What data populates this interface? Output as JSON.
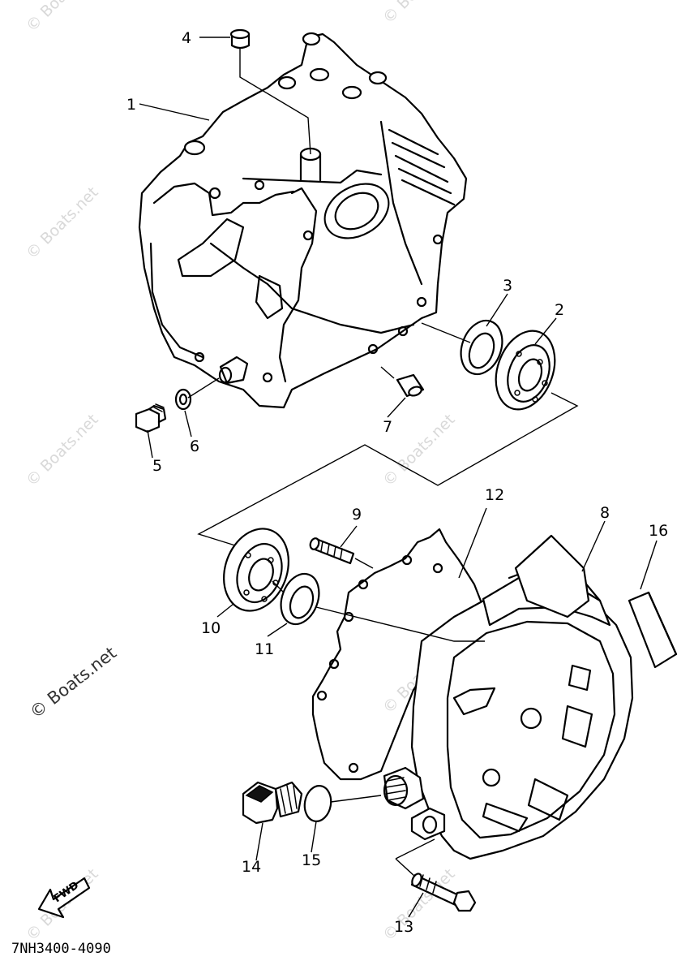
{
  "diagram": {
    "callouts": [
      "1",
      "2",
      "3",
      "4",
      "5",
      "6",
      "7",
      "8",
      "9",
      "10",
      "11",
      "12",
      "13",
      "14",
      "15",
      "16"
    ],
    "drawing_code": "7NH3400-4090",
    "direction_marker": "FWD",
    "watermark": "© Boats.net"
  }
}
